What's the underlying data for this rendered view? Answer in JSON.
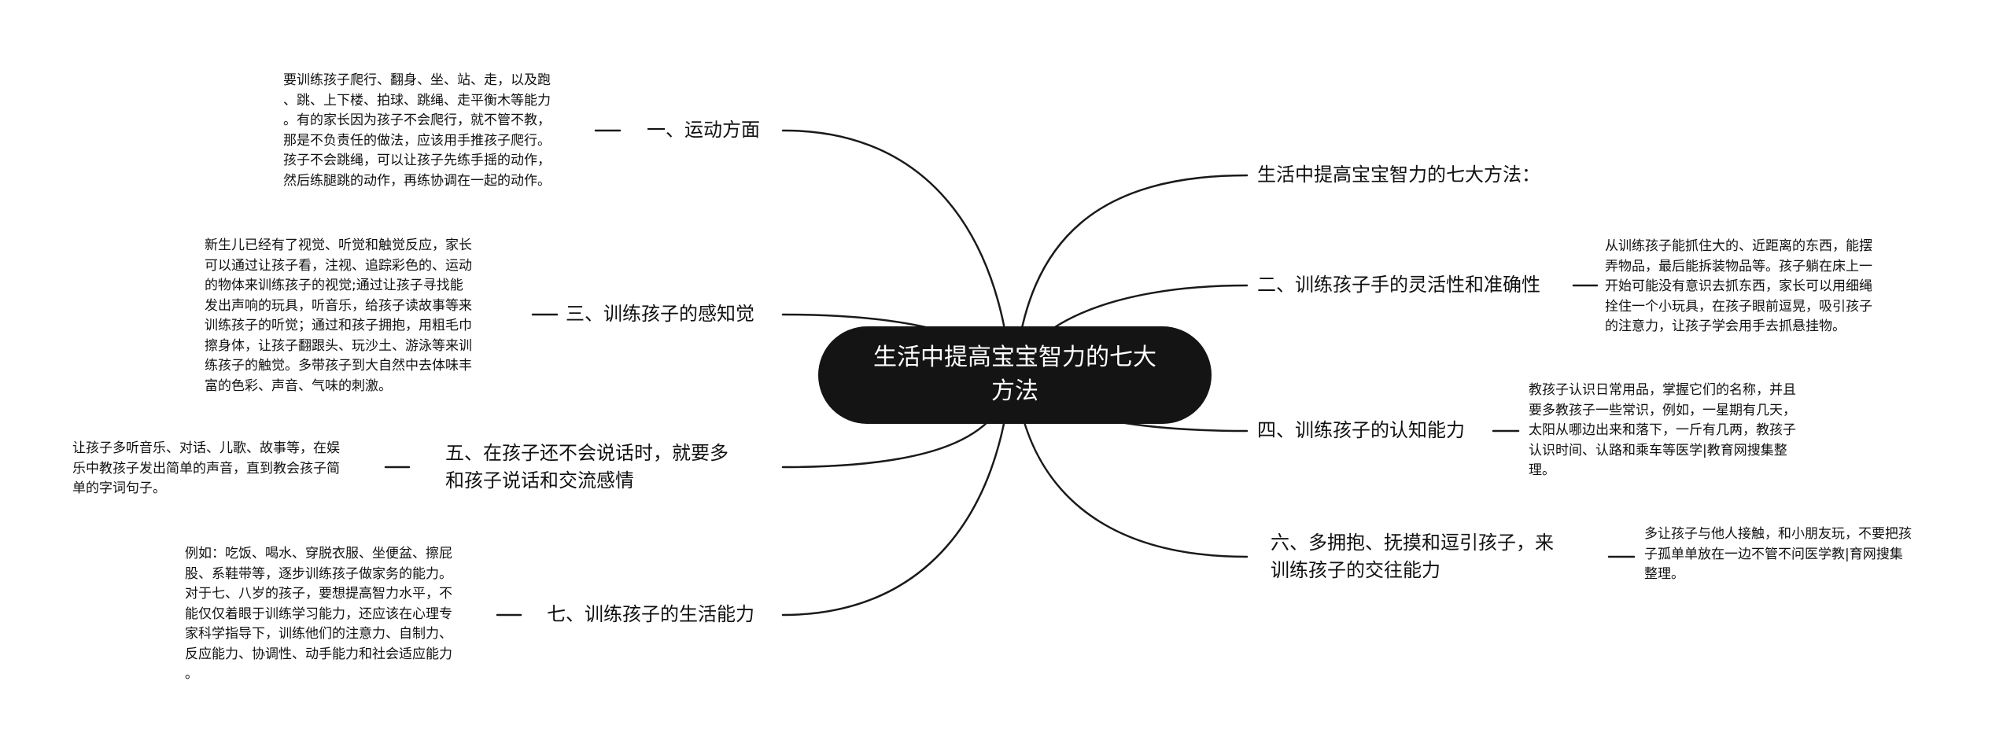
{
  "center": {
    "title": "生活中提高宝宝智力的七大方法"
  },
  "branches": [
    {
      "title": "一、运动方面",
      "detail": "要训练孩子爬行、翻身、坐、站、走，以及跑\n、跳、上下楼、拍球、跳绳、走平衡木等能力\n。有的家长因为孩子不会爬行，就不管不教，\n那是不负责任的做法，应该用手推孩子爬行。\n孩子不会跳绳，可以让孩子先练手摇的动作，\n然后练腿跳的动作，再练协调在一起的动作。"
    },
    {
      "title": "三、训练孩子的感知觉",
      "detail": "新生儿已经有了视觉、听觉和触觉反应，家长\n可以通过让孩子看，注视、追踪彩色的、运动\n的物体来训练孩子的视觉;通过让孩子寻找能\n发出声响的玩具，听音乐，给孩子读故事等来\n训练孩子的听觉；通过和孩子拥抱，用粗毛巾\n擦身体，让孩子翻跟头、玩沙土、游泳等来训\n练孩子的触觉。多带孩子到大自然中去体味丰\n富的色彩、声音、气味的刺激。"
    },
    {
      "title": "五、在孩子还不会说话时，就要多\n和孩子说话和交流感情",
      "detail": "让孩子多听音乐、对话、儿歌、故事等，在娱\n乐中教孩子发出简单的声音，直到教会孩子简\n单的字词句子。"
    },
    {
      "title": "七、训练孩子的生活能力",
      "detail": "例如：吃饭、喝水、穿脱衣服、坐便盆、擦屁\n股、系鞋带等，逐步训练孩子做家务的能力。\n对于七、八岁的孩子，要想提高智力水平，不\n能仅仅着眼于训练学习能力，还应该在心理专\n家科学指导下，训练他们的注意力、自制力、\n反应能力、协调性、动手能力和社会适应能力\n。"
    },
    {
      "title": "生活中提高宝宝智力的七大方法：",
      "detail": ""
    },
    {
      "title": "二、训练孩子手的灵活性和准确性",
      "detail": "从训练孩子能抓住大的、近距离的东西，能摆\n弄物品，最后能拆装物品等。孩子躺在床上一\n开始可能没有意识去抓东西，家长可以用细绳\n拴住一个小玩具，在孩子眼前逗晃，吸引孩子\n的注意力，让孩子学会用手去抓悬挂物。"
    },
    {
      "title": "四、训练孩子的认知能力",
      "detail": "教孩子认识日常用品，掌握它们的名称，并且\n要多教孩子一些常识，例如，一星期有几天，\n太阳从哪边出来和落下，一斤有几两，教孩子\n认识时间、认路和乘车等医学|教育网搜集整\n理。"
    },
    {
      "title": "六、多拥抱、抚摸和逗引孩子，来\n训练孩子的交往能力",
      "detail": "多让孩子与他人接触，和小朋友玩，不要把孩\n子孤单单放在一边不管不问医学教|育网搜集\n整理。"
    }
  ]
}
